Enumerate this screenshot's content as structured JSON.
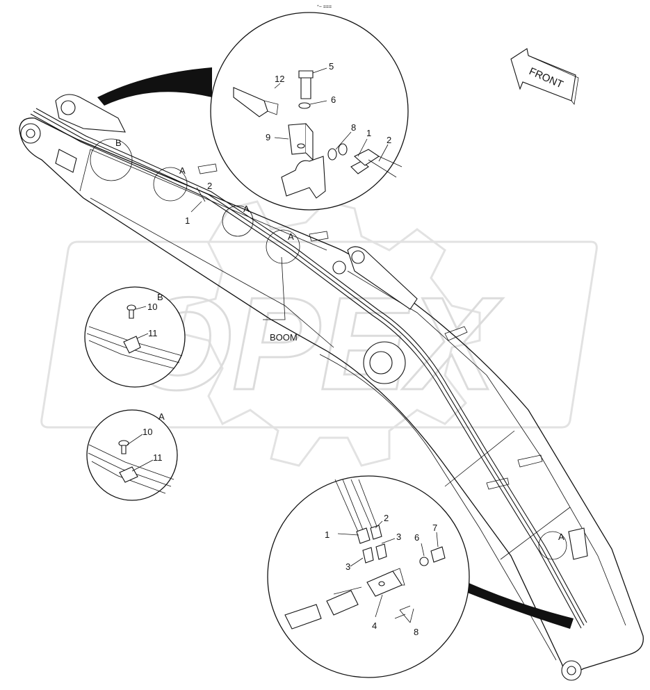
{
  "corner_mark": "°− ===",
  "direction_label": "FRONT",
  "boom_label": "BOOM",
  "watermark_text": "OPEX",
  "main_callouts": {
    "b_top": "B",
    "a_1": "A",
    "a_2": "A",
    "a_3": "A",
    "a_lower": "A",
    "part_2": "2",
    "part_1": "1"
  },
  "top_detail": {
    "p12": "12",
    "p5": "5",
    "p6": "6",
    "p9": "9",
    "p8": "8",
    "p1": "1",
    "p2": "2"
  },
  "detail_b": {
    "title": "B",
    "p10": "10",
    "p11": "11"
  },
  "detail_a": {
    "title": "A",
    "p10": "10",
    "p11": "11"
  },
  "bottom_detail": {
    "p1": "1",
    "p2": "2",
    "p3a": "3",
    "p3b": "3",
    "p6": "6",
    "p7": "7",
    "p4": "4",
    "p8": "8"
  }
}
